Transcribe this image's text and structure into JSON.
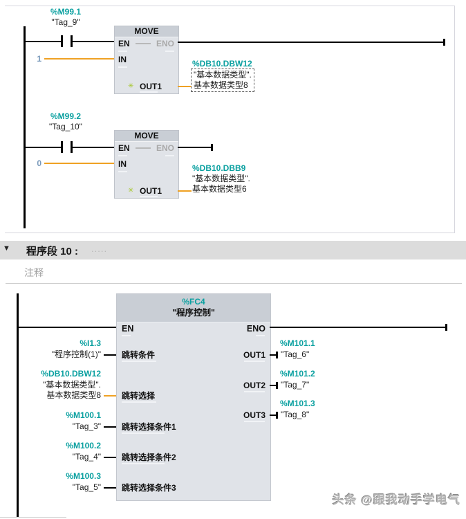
{
  "colors": {
    "address": "#0aa0a0",
    "wire-data": "#efa123",
    "constant": "#7899bb",
    "block-body": "#e0e3e8",
    "block-header": "#c9ced5",
    "disabled": "#a9a9a9",
    "net-header-bg": "#dcdcdc",
    "muted": "#a2a2a2",
    "sparkle": "#a3c523",
    "watermark": "#b3b3b3"
  },
  "icons": {
    "sparkle": "✳",
    "collapse": "▼"
  },
  "network_top": {
    "rungs": [
      {
        "contact_address": "%M99.1",
        "contact_tag": "\"Tag_9\"",
        "block_title": "MOVE",
        "en": "EN",
        "eno": "ENO",
        "in": "IN",
        "out": "OUT1",
        "in_value": "1",
        "out_address": "%DB10.DBW12",
        "out_line1": "\"基本数据类型\".",
        "out_line2": "基本数据类型8"
      },
      {
        "contact_address": "%M99.2",
        "contact_tag": "\"Tag_10\"",
        "block_title": "MOVE",
        "en": "EN",
        "eno": "ENO",
        "in": "IN",
        "out": "OUT1",
        "in_value": "0",
        "out_address": "%DB10.DBB9",
        "out_line1": "\"基本数据类型\".",
        "out_line2": "基本数据类型6"
      }
    ]
  },
  "network_header": {
    "title": "程序段 10 :",
    "placeholder_dots": ".....",
    "comment": "注释"
  },
  "fc_block": {
    "address": "%FC4",
    "name": "\"程序控制\"",
    "en": "EN",
    "eno": "ENO",
    "inputs": [
      {
        "address": "%I1.3",
        "tag": "\"程序控制(1)\"",
        "param": "跳转条件"
      },
      {
        "address": "%DB10.DBW12",
        "tag_line1": "\"基本数据类型\".",
        "tag_line2": "基本数据类型8",
        "param": "跳转选择"
      },
      {
        "address": "%M100.1",
        "tag": "\"Tag_3\"",
        "param": "跳转选择条件1"
      },
      {
        "address": "%M100.2",
        "tag": "\"Tag_4\"",
        "param": "跳转选择条件2"
      },
      {
        "address": "%M100.3",
        "tag": "\"Tag_5\"",
        "param": "跳转选择条件3"
      }
    ],
    "outputs": [
      {
        "param": "OUT1",
        "address": "%M101.1",
        "tag": "\"Tag_6\""
      },
      {
        "param": "OUT2",
        "address": "%M101.2",
        "tag": "\"Tag_7\""
      },
      {
        "param": "OUT3",
        "address": "%M101.3",
        "tag": "\"Tag_8\""
      }
    ]
  },
  "watermark": "头条 @跟我动手学电气"
}
